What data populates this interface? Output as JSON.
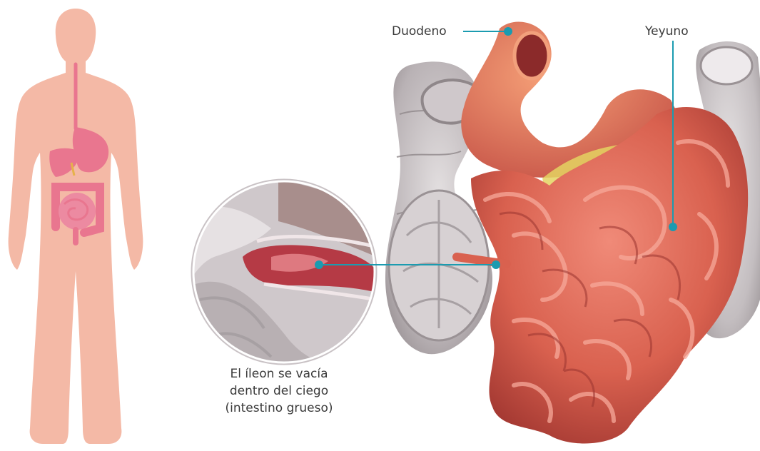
{
  "labels": {
    "duodeno": "Duodeno",
    "yeyuno": "Yeyuno",
    "ileon": [
      "El íleon se vacía",
      "dentro del ciego",
      "(intestino grueso)"
    ]
  },
  "colors": {
    "body_silhouette": "#f4b9a6",
    "digestive_organs": "#e9768f",
    "small_intestine": "#d9614f",
    "large_intestine": "#b9b2b5",
    "callout_line": "#1b9bb0"
  },
  "icons": [
    "human-body-silhouette",
    "small-intestine-illustration",
    "ileocecal-zoom-circle"
  ]
}
